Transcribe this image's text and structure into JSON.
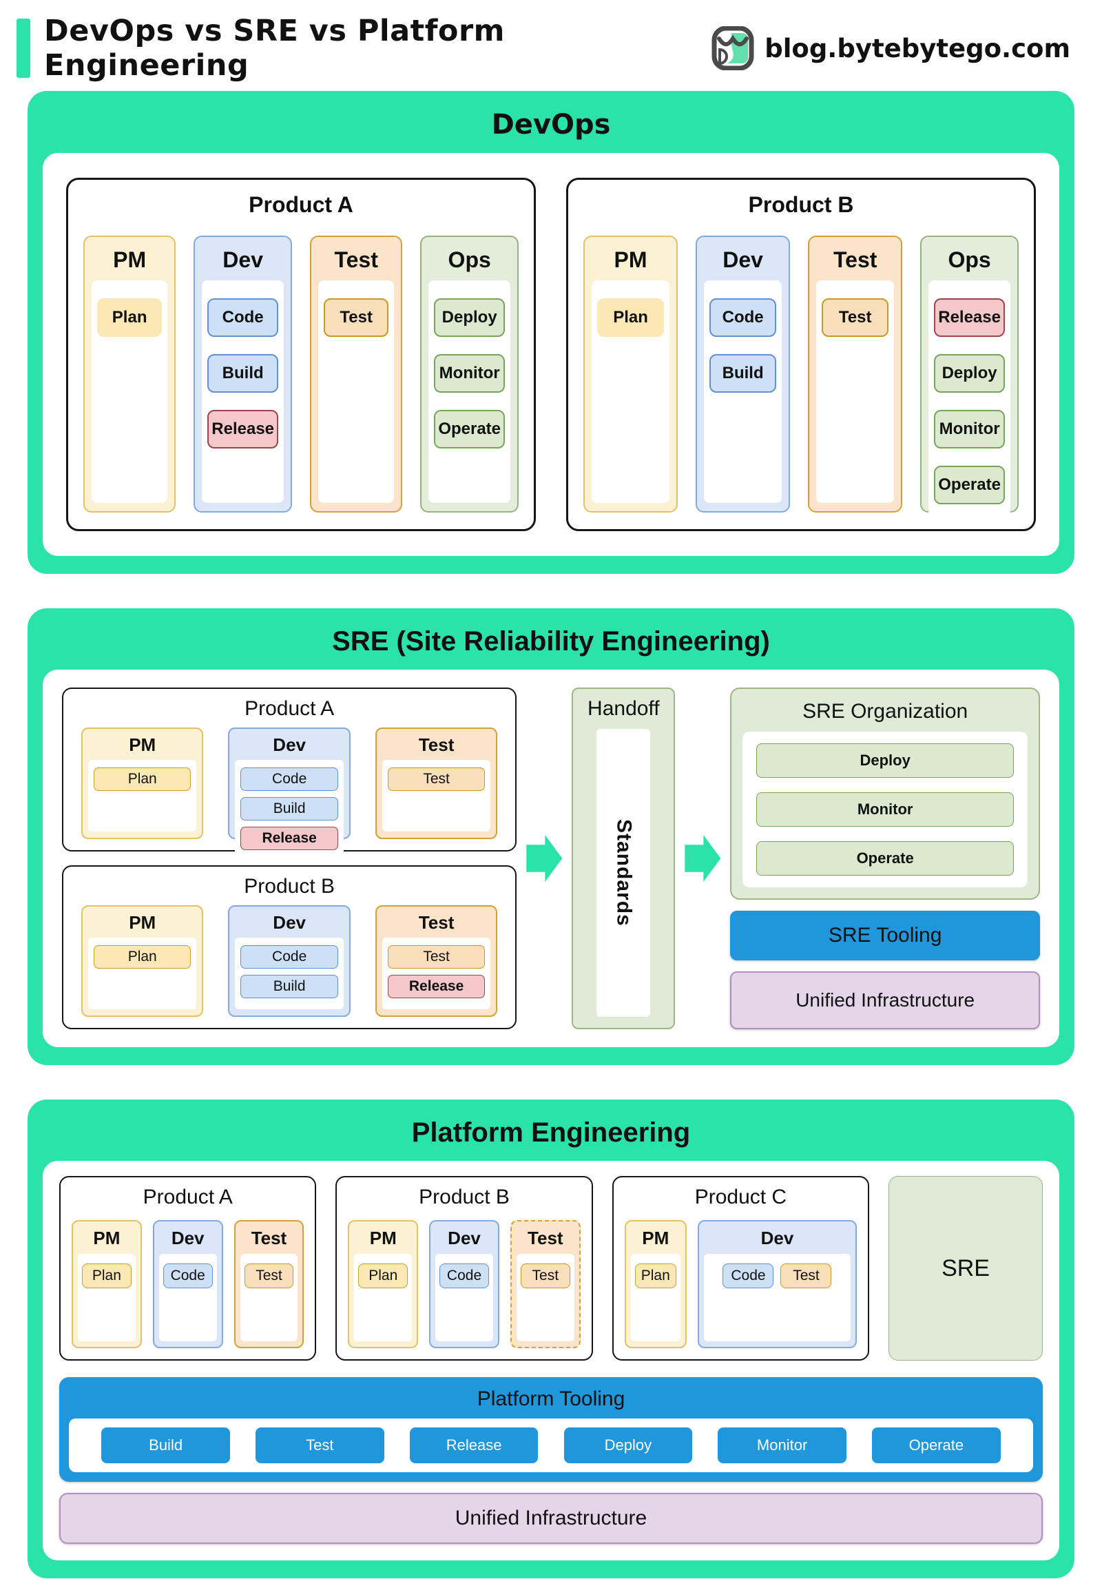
{
  "header": {
    "title": "DevOps vs SRE vs Platform Engineering",
    "site": "blog.bytebytego.com",
    "logo_icon": "bytebytego-logo"
  },
  "palette": {
    "teal": "#2BE3A8",
    "blue_bar": "#2097DB",
    "purple_fill": "#E5D5E9",
    "green_fill": "#DFEBD7",
    "yellow_col": "#FCF1D2",
    "blue_col": "#DBE7F8",
    "orange_col": "#FBE4C9",
    "green_col": "#E3EDDA",
    "red_chip": "#F4C7CB"
  },
  "devops": {
    "title": "DevOps",
    "products": [
      {
        "title": "Product A",
        "columns": [
          {
            "name": "PM",
            "chips": [
              {
                "label": "Plan"
              }
            ]
          },
          {
            "name": "Dev",
            "chips": [
              {
                "label": "Code"
              },
              {
                "label": "Build"
              },
              {
                "label": "Release"
              }
            ]
          },
          {
            "name": "Test",
            "chips": [
              {
                "label": "Test"
              }
            ]
          },
          {
            "name": "Ops",
            "chips": [
              {
                "label": "Deploy"
              },
              {
                "label": "Monitor"
              },
              {
                "label": "Operate"
              }
            ]
          }
        ]
      },
      {
        "title": "Product B",
        "columns": [
          {
            "name": "PM",
            "chips": [
              {
                "label": "Plan"
              }
            ]
          },
          {
            "name": "Dev",
            "chips": [
              {
                "label": "Code"
              },
              {
                "label": "Build"
              }
            ]
          },
          {
            "name": "Test",
            "chips": [
              {
                "label": "Test"
              }
            ]
          },
          {
            "name": "Ops",
            "chips": [
              {
                "label": "Release"
              },
              {
                "label": "Deploy"
              },
              {
                "label": "Monitor"
              },
              {
                "label": "Operate"
              }
            ]
          }
        ]
      }
    ]
  },
  "sre": {
    "title": "SRE (Site Reliability Engineering)",
    "products": [
      {
        "title": "Product A",
        "columns": [
          {
            "name": "PM",
            "chips": [
              {
                "label": "Plan"
              }
            ]
          },
          {
            "name": "Dev",
            "chips": [
              {
                "label": "Code"
              },
              {
                "label": "Build"
              },
              {
                "label": "Release"
              }
            ]
          },
          {
            "name": "Test",
            "chips": [
              {
                "label": "Test"
              }
            ]
          }
        ]
      },
      {
        "title": "Product B",
        "columns": [
          {
            "name": "PM",
            "chips": [
              {
                "label": "Plan"
              }
            ]
          },
          {
            "name": "Dev",
            "chips": [
              {
                "label": "Code"
              },
              {
                "label": "Build"
              }
            ]
          },
          {
            "name": "Test",
            "chips": [
              {
                "label": "Test"
              },
              {
                "label": "Release"
              }
            ]
          }
        ]
      }
    ],
    "handoff": {
      "title": "Handoff",
      "vertical_label": "Standards"
    },
    "organization": {
      "title": "SRE Organization",
      "chips": [
        "Deploy",
        "Monitor",
        "Operate"
      ]
    },
    "tooling_label": "SRE Tooling",
    "infrastructure_label": "Unified Infrastructure"
  },
  "platform": {
    "title": "Platform Engineering",
    "products": [
      {
        "title": "Product A",
        "columns": [
          {
            "name": "PM",
            "chips": [
              {
                "label": "Plan"
              }
            ]
          },
          {
            "name": "Dev",
            "chips": [
              {
                "label": "Code"
              }
            ]
          },
          {
            "name": "Test",
            "chips": [
              {
                "label": "Test"
              }
            ]
          }
        ]
      },
      {
        "title": "Product B",
        "columns": [
          {
            "name": "PM",
            "chips": [
              {
                "label": "Plan"
              }
            ]
          },
          {
            "name": "Dev",
            "chips": [
              {
                "label": "Code"
              }
            ]
          },
          {
            "name": "Test",
            "chips": [
              {
                "label": "Test"
              }
            ],
            "dashed": true
          }
        ]
      },
      {
        "title": "Product C",
        "columns": [
          {
            "name": "PM",
            "chips": [
              {
                "label": "Plan"
              }
            ]
          },
          {
            "name": "Dev",
            "chips": [
              {
                "label": "Code"
              },
              {
                "label": "Test"
              }
            ]
          }
        ]
      }
    ],
    "sre_box_label": "SRE",
    "tooling": {
      "title": "Platform Tooling",
      "buttons": [
        "Build",
        "Test",
        "Release",
        "Deploy",
        "Monitor",
        "Operate"
      ]
    },
    "infrastructure_label": "Unified Infrastructure"
  }
}
